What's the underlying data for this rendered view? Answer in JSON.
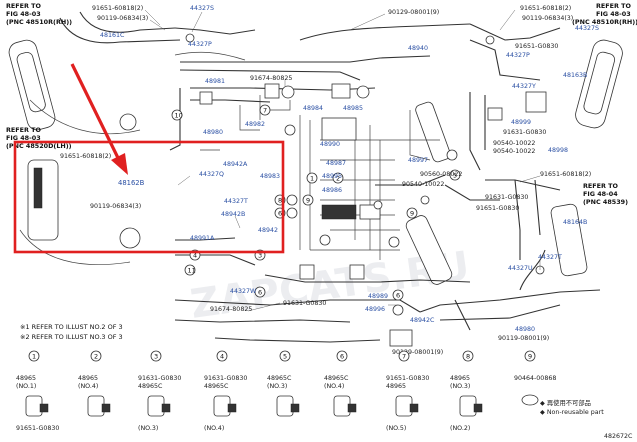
{
  "refs": {
    "top_left": {
      "l1": "REFER TO",
      "l2": "FIG 48-03",
      "l3": "(PNC 48510R(RH))"
    },
    "mid_left": {
      "l1": "REFER TO",
      "l2": "FIG 48-03",
      "l3": "(PNC 48520D(LH))"
    },
    "top_right": {
      "l1": "REFER TO",
      "l2": "FIG 48-03",
      "l3": "(PNC 48510R(RH))"
    },
    "mid_right": {
      "l1": "REFER TO",
      "l2": "FIG 48-04",
      "l3": "(PNC 48539)"
    }
  },
  "labels": {
    "p1": "91651-60818(2)",
    "p2": "90119-06834(3)",
    "p3": "44327S",
    "p4": "44327P",
    "p5": "48161C",
    "p6": "90129-08001(9)",
    "p7": "91651-60818(2)",
    "p8": "90119-06834(3)",
    "p9": "44327S",
    "p10": "91651-G0830",
    "p11": "48940",
    "p12": "44327P",
    "p13": "48163B",
    "p14": "44327Y",
    "p15": "91674-80825",
    "p16": "48981",
    "p17": "48984",
    "p18": "48985",
    "p19": "48982",
    "p20": "48980",
    "p21": "48999",
    "p22": "91631-G0830",
    "p23": "90540-10022",
    "p24": "90540-10022",
    "p25": "48998",
    "p26": "48997",
    "p27": "90560-08022",
    "p28": "90540-10022",
    "p29": "48990",
    "p30": "48987",
    "p31": "48995",
    "p32": "48986",
    "p33": "48983",
    "p34": "91651-60818(2)",
    "p35": "48162B",
    "p36": "44327Q",
    "p37": "48942A",
    "p38": "90119-06834(3)",
    "p39": "44327T",
    "p40": "48942B",
    "p41": "48991A",
    "p42": "48942",
    "p43": "91651-60818(2)",
    "p44": "91631-G0830",
    "p45": "91651-G0830",
    "p46": "48164B",
    "p47": "44327T",
    "p48": "90119-08001(9)",
    "p49": "44327U",
    "p50": "91674-80825",
    "p51": "91631-G0830",
    "p52": "48942C",
    "p53": "48989",
    "p54": "44327W",
    "p55": "48980",
    "p56": "90129-08001(9)",
    "p57": "48996"
  },
  "notes": {
    "n1": "※1 REFER TO ILLUST NO.2 OF 3",
    "n2": "※2 REFER TO ILLUST NO.3 OF 3"
  },
  "insets": [
    {
      "num": "1",
      "a": "48965",
      "b": "(NO.1)",
      "c": "91651-G0830"
    },
    {
      "num": "2",
      "a": "48965",
      "b": "(NO.4)",
      "c": ""
    },
    {
      "num": "3",
      "a": "91631-G0830",
      "b": "48965C",
      "c": "(NO.3)"
    },
    {
      "num": "4",
      "a": "91631-G0830",
      "b": "48965C",
      "c": "(NO.4)"
    },
    {
      "num": "5",
      "a": "48965C",
      "b": "(NO.3)",
      "c": ""
    },
    {
      "num": "6",
      "a": "48965C",
      "b": "(NO.4)",
      "c": ""
    },
    {
      "num": "7",
      "a": "91651-G0830",
      "b": "48965",
      "c": "(NO.5)"
    },
    {
      "num": "8",
      "a": "48965",
      "b": "(NO.3)",
      "c": "(NO.2)"
    }
  ],
  "inset9": {
    "num": "9",
    "a": "90464-00868"
  },
  "legend": {
    "jp": "◆ 再使用不可部品",
    "en": "◆ Non-reusable part"
  },
  "figure_id": "482672C",
  "watermark": "ZAPCATS.RU"
}
